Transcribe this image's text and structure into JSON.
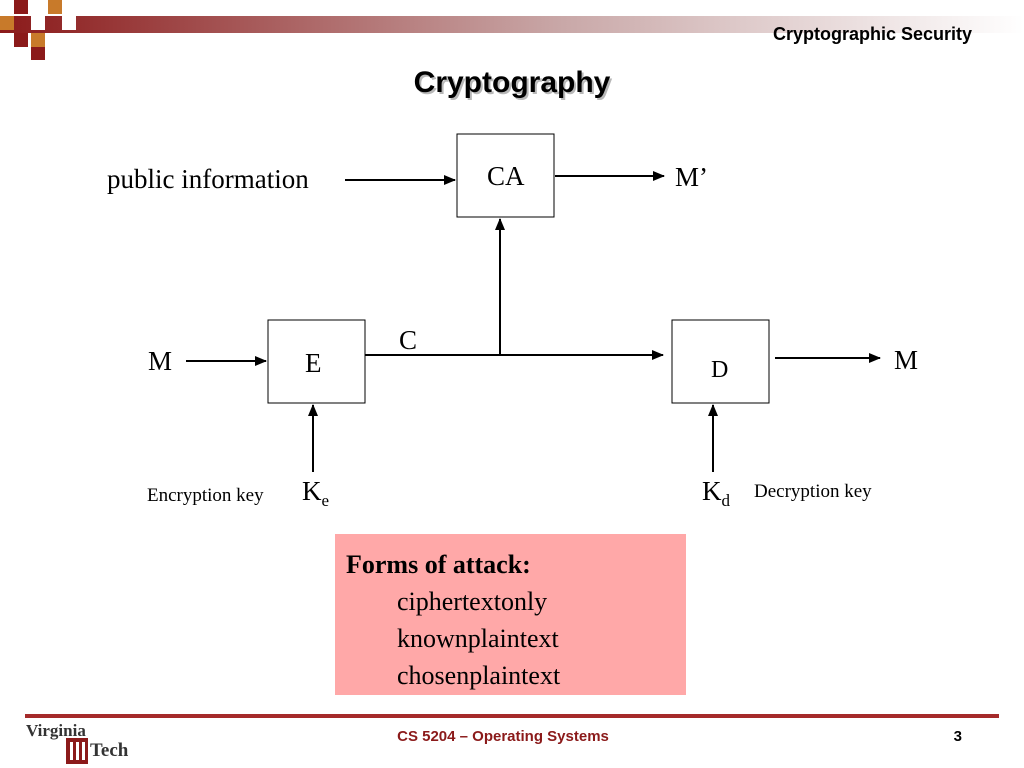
{
  "header": {
    "title": "Cryptographic Security"
  },
  "slide": {
    "title": "Cryptography"
  },
  "diagram": {
    "public_information": "public information",
    "ca": "CA",
    "m_prime": "M’",
    "m_in": "M",
    "e": "E",
    "c": "C",
    "d": "D",
    "m_out": "M",
    "encryption_key_label": "Encryption key",
    "ke_letter": "K",
    "ke_sub": "e",
    "kd_letter": "K",
    "kd_sub": "d",
    "decryption_key_label": "Decryption key"
  },
  "attack": {
    "heading": "Forms of attack:",
    "items": [
      "ciphertextonly",
      "knownplaintext",
      "chosenplaintext"
    ]
  },
  "footer": {
    "course": "CS 5204 – Operating Systems",
    "page": "3",
    "logo_text_1": "Virginia",
    "logo_text_2": "Tech"
  },
  "colors": {
    "header_gradient_start": "#8b1a1a",
    "header_square_orange": "#c87a2a",
    "attack_box": "#ffa8a8",
    "footer_line": "#a52a2a"
  }
}
